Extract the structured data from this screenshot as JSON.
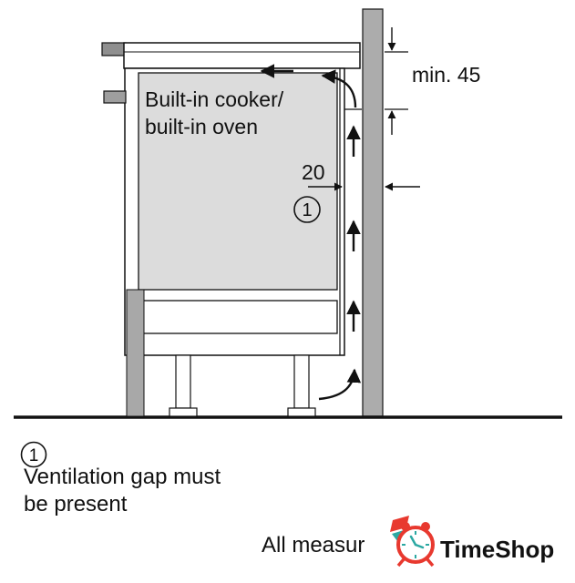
{
  "diagram": {
    "cooker_label_line1": "Built-in cooker/",
    "cooker_label_line2": "built-in oven",
    "dim_min_top_clearance": "min. 45",
    "dim_ventilation_gap": "20",
    "callout_number": "1"
  },
  "legend": {
    "callout_number": "1",
    "line1": "Ventilation gap must",
    "line2": "be present"
  },
  "footer": {
    "note": "All measur"
  },
  "watermark": {
    "brand": "TimeShop"
  },
  "colors": {
    "line": "#111111",
    "oven_fill": "#dcdcdc",
    "wall_fill": "#acacac",
    "side_panel_fill": "#a8a8a8",
    "worktop_edge_fill": "#8f8f8f",
    "handle_fill": "#9e9e9e",
    "brand_blue": "#1e7dc2",
    "clock_red": "#e8392f",
    "clock_teal": "#2ba8a2"
  }
}
